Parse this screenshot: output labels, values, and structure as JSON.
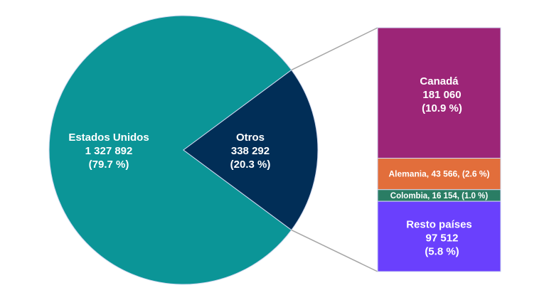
{
  "chart_data": {
    "type": "pie",
    "subtype": "pie-of-bar",
    "pie": [
      {
        "name": "Estados Unidos",
        "value": 1327892,
        "value_label": "1 327 892",
        "pct_label": "(79.7 %)",
        "color": "#0B9597"
      },
      {
        "name": "Otros",
        "value": 338292,
        "value_label": "338 292",
        "pct_label": "(20.3 %)",
        "color": "#012E57"
      }
    ],
    "bar": [
      {
        "name": "Canadá",
        "value": 181060,
        "value_label": "181 060",
        "pct_label": "(10.9 %)",
        "color": "#9C2577",
        "label_style": "stacked"
      },
      {
        "name": "Alemania",
        "value": 43566,
        "inline_label": "Alemania, 43 566, (2.6 %)",
        "color": "#E26E3B",
        "label_style": "inline"
      },
      {
        "name": "Colombia",
        "value": 16154,
        "inline_label": "Colombia, 16 154, (1.0 %)",
        "color": "#2A7D64",
        "label_style": "inline"
      },
      {
        "name": "Resto países",
        "value": 97512,
        "value_label": "97 512",
        "pct_label": "(5.8 %)",
        "color": "#6A40FD",
        "label_style": "stacked"
      }
    ]
  }
}
